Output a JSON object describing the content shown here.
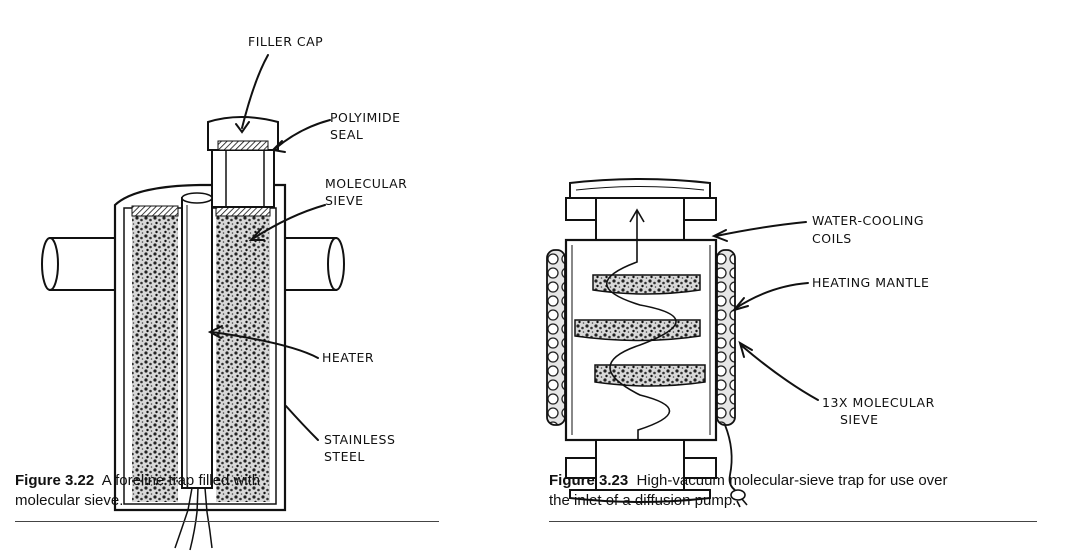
{
  "figure_left": {
    "labels": {
      "filler_cap": "FILLER CAP",
      "polyimide_seal_1": "POLYIMIDE",
      "polyimide_seal_2": "SEAL",
      "molecular_sieve_1": "MOLECULAR",
      "molecular_sieve_2": "SIEVE",
      "heater": "HEATER",
      "stainless_steel_1": "STAINLESS",
      "stainless_steel_2": "STEEL"
    },
    "caption": {
      "number": "Figure 3.22",
      "text_line1": "A foreline trap filled with",
      "text_line2": "molecular sieve."
    }
  },
  "figure_right": {
    "labels": {
      "water_cooling_1": "WATER-COOLING",
      "water_cooling_2": "COILS",
      "heating_mantle": "HEATING MANTLE",
      "sieve_13x_1": "13X MOLECULAR",
      "sieve_13x_2": "SIEVE"
    },
    "caption": {
      "number": "Figure 3.23",
      "text_line1": "High-vacuum molecular-sieve trap for use over",
      "text_line2": "the inlet of a diffusion pump."
    }
  }
}
